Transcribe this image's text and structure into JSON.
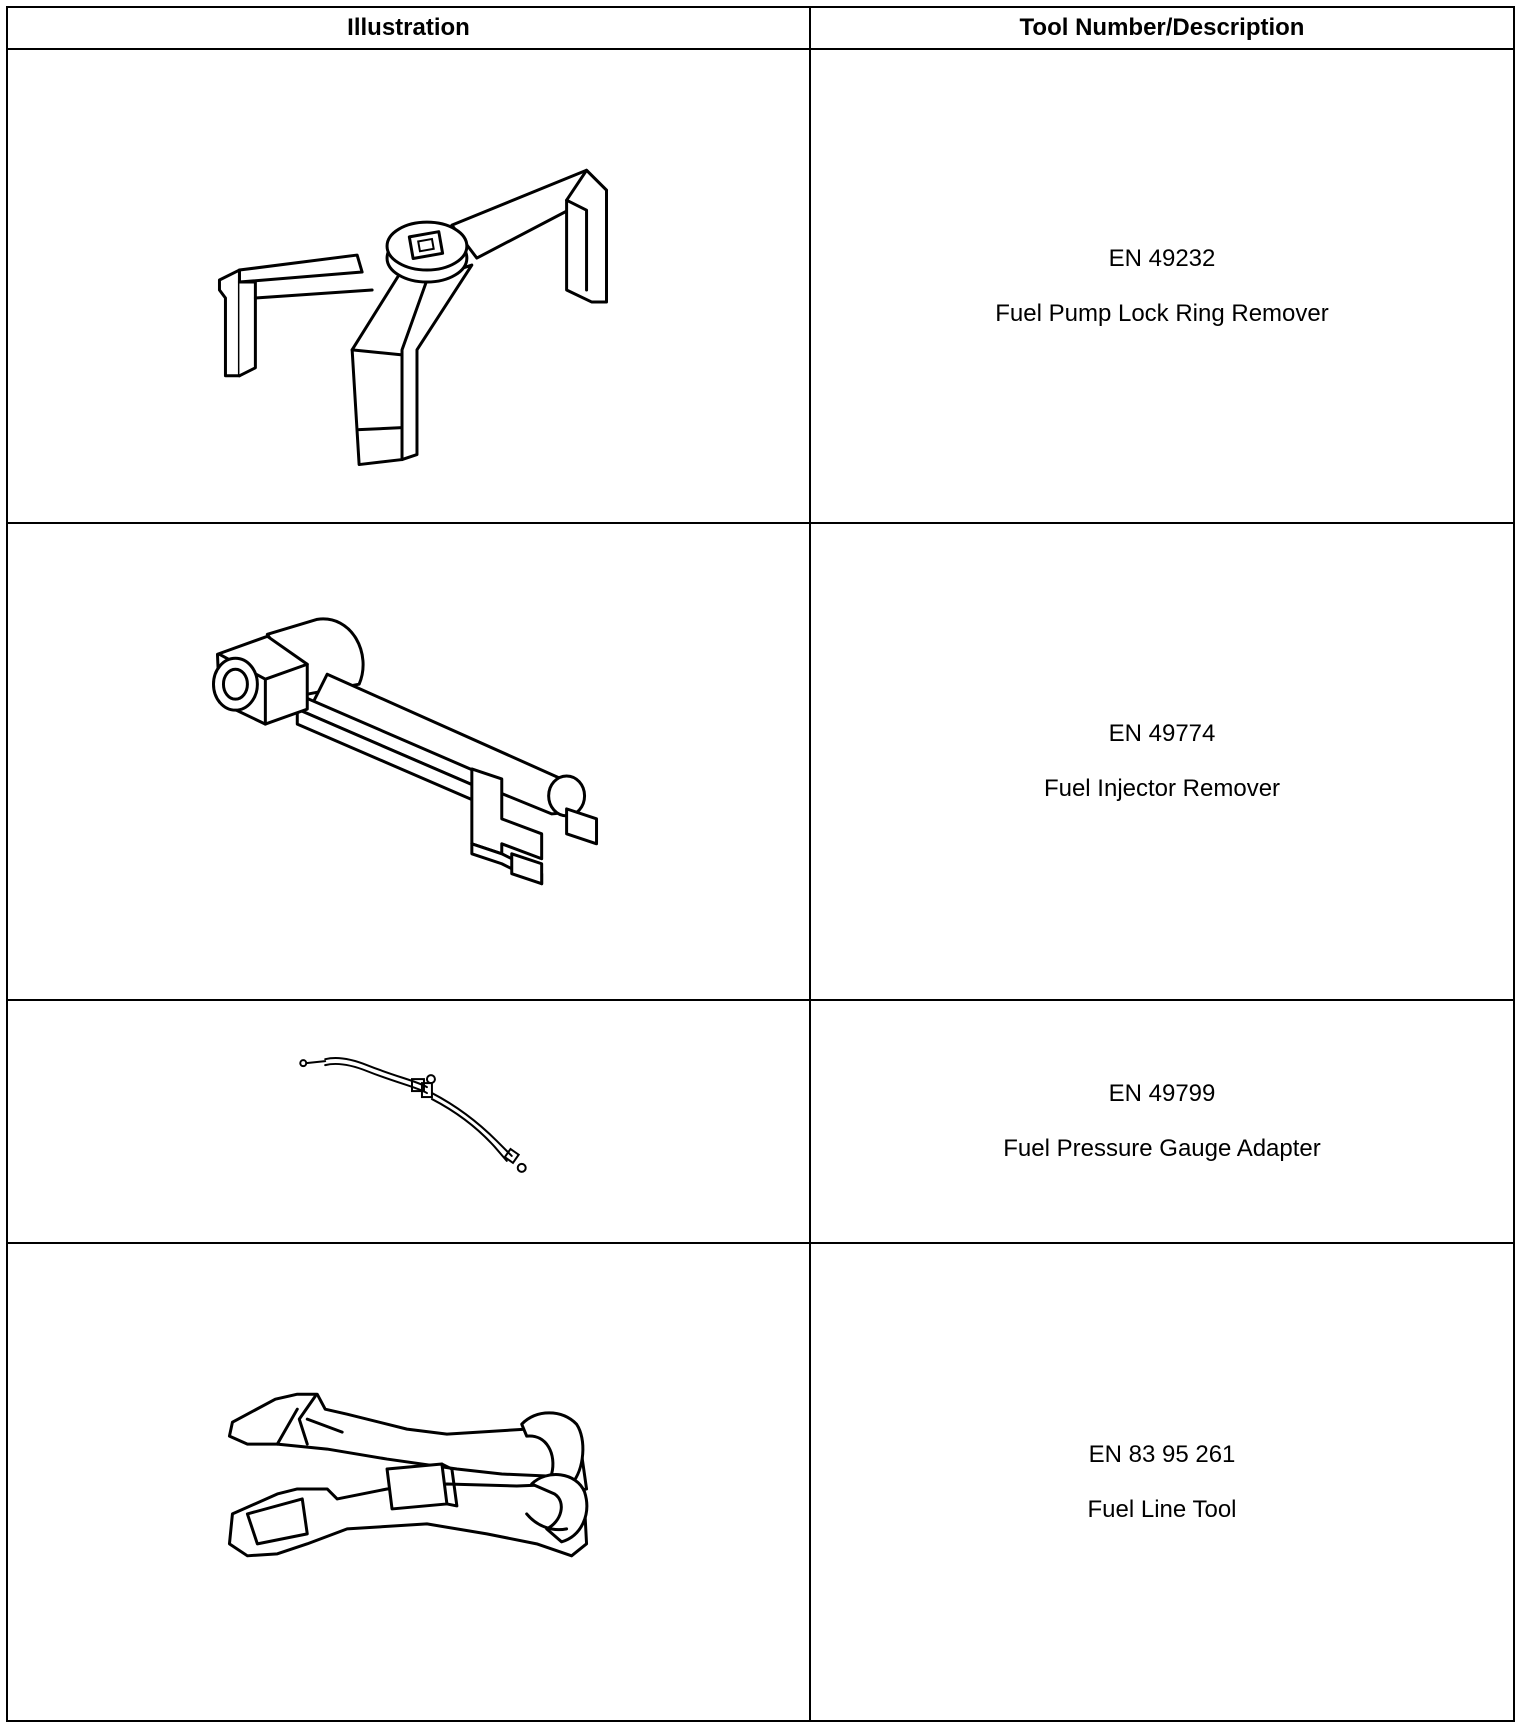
{
  "table": {
    "headers": {
      "illustration": "Illustration",
      "tool": "Tool Number/Description"
    },
    "rows": [
      {
        "tool_number": "EN 49232",
        "description": "Fuel Pump Lock Ring Remover",
        "icon": "lock-ring-remover-icon"
      },
      {
        "tool_number": "EN 49774",
        "description": "Fuel Injector Remover",
        "icon": "injector-remover-icon"
      },
      {
        "tool_number": "EN 49799",
        "description": "Fuel Pressure Gauge Adapter",
        "icon": "gauge-adapter-icon"
      },
      {
        "tool_number": "EN 83 95 261",
        "description": "Fuel Line Tool",
        "icon": "fuel-line-tool-icon"
      }
    ]
  }
}
